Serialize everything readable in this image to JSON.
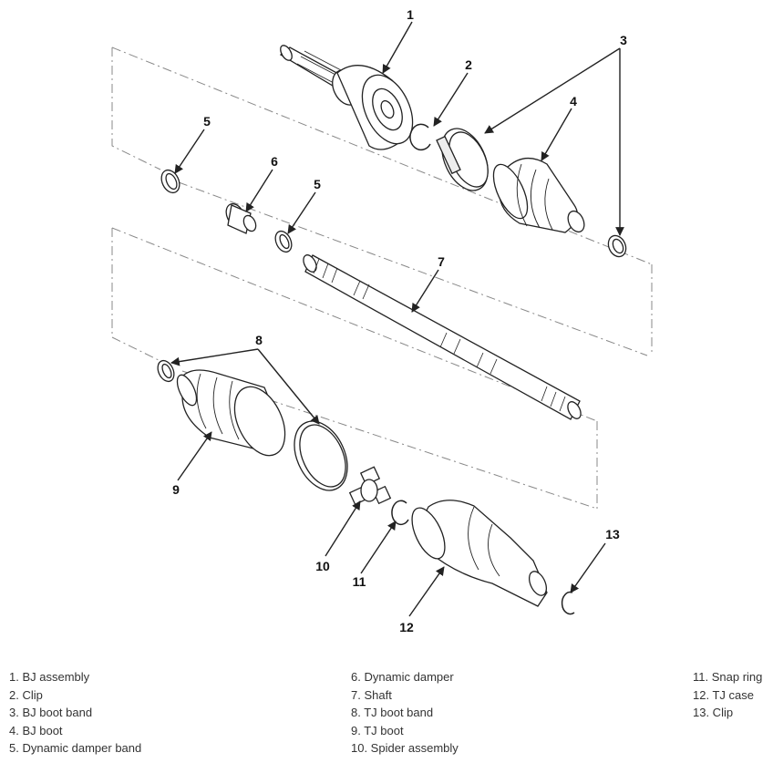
{
  "callouts": {
    "c1": "1",
    "c2": "2",
    "c3": "3",
    "c4": "4",
    "c5a": "5",
    "c5b": "5",
    "c6": "6",
    "c7": "7",
    "c8": "8",
    "c9": "9",
    "c10": "10",
    "c11": "11",
    "c12": "12",
    "c13": "13"
  },
  "legend": {
    "col1": [
      "1. BJ assembly",
      "2. Clip",
      "3. BJ boot band",
      "4. BJ boot",
      "5. Dynamic damper band"
    ],
    "col2": [
      "6. Dynamic damper",
      "7. Shaft",
      "8. TJ boot band",
      "9. TJ boot",
      "10. Spider assembly"
    ],
    "col3": [
      "11. Snap ring",
      "12. TJ case",
      "13. Clip"
    ]
  },
  "colors": {
    "line": "#222222",
    "dash": "#888888",
    "text": "#333333"
  }
}
